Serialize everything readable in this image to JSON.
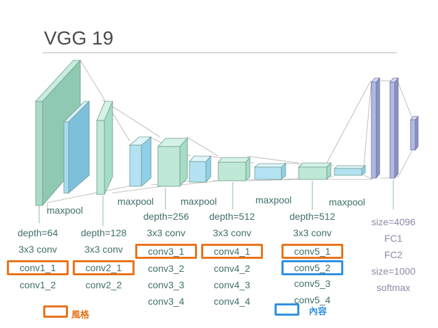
{
  "title": "VGG 19",
  "maxpool_labels": [
    "maxpool",
    "maxpool",
    "maxpool",
    "maxpool",
    "maxpool"
  ],
  "blocks": [
    {
      "depth": "depth=64",
      "conv": "3x3 conv",
      "layers": [
        "conv1_1",
        "conv1_2"
      ]
    },
    {
      "depth": "depth=128",
      "conv": "3x3 conv",
      "layers": [
        "conv2_1",
        "conv2_2"
      ]
    },
    {
      "depth": "depth=256",
      "conv": "3x3 conv",
      "layers": [
        "conv3_1",
        "conv3_2",
        "conv3_3",
        "conv3_4"
      ]
    },
    {
      "depth": "depth=512",
      "conv": "3x3 conv",
      "layers": [
        "conv4_1",
        "conv4_2",
        "conv4_3",
        "conv4_4"
      ]
    },
    {
      "depth": "depth=512",
      "conv": "3x3 conv",
      "layers": [
        "conv5_1",
        "conv5_2",
        "conv5_3",
        "conv5_4"
      ]
    }
  ],
  "fc_labels": [
    "size=4096",
    "FC1",
    "FC2",
    "size=1000",
    "softmax"
  ],
  "legend": {
    "style": "風格",
    "content": "內容"
  },
  "colors": {
    "style": "#e8731a",
    "content": "#2f8fe0",
    "teal": "#9fd8c2",
    "blue": "#8fd0ea",
    "purple": "#a9b1d6"
  }
}
